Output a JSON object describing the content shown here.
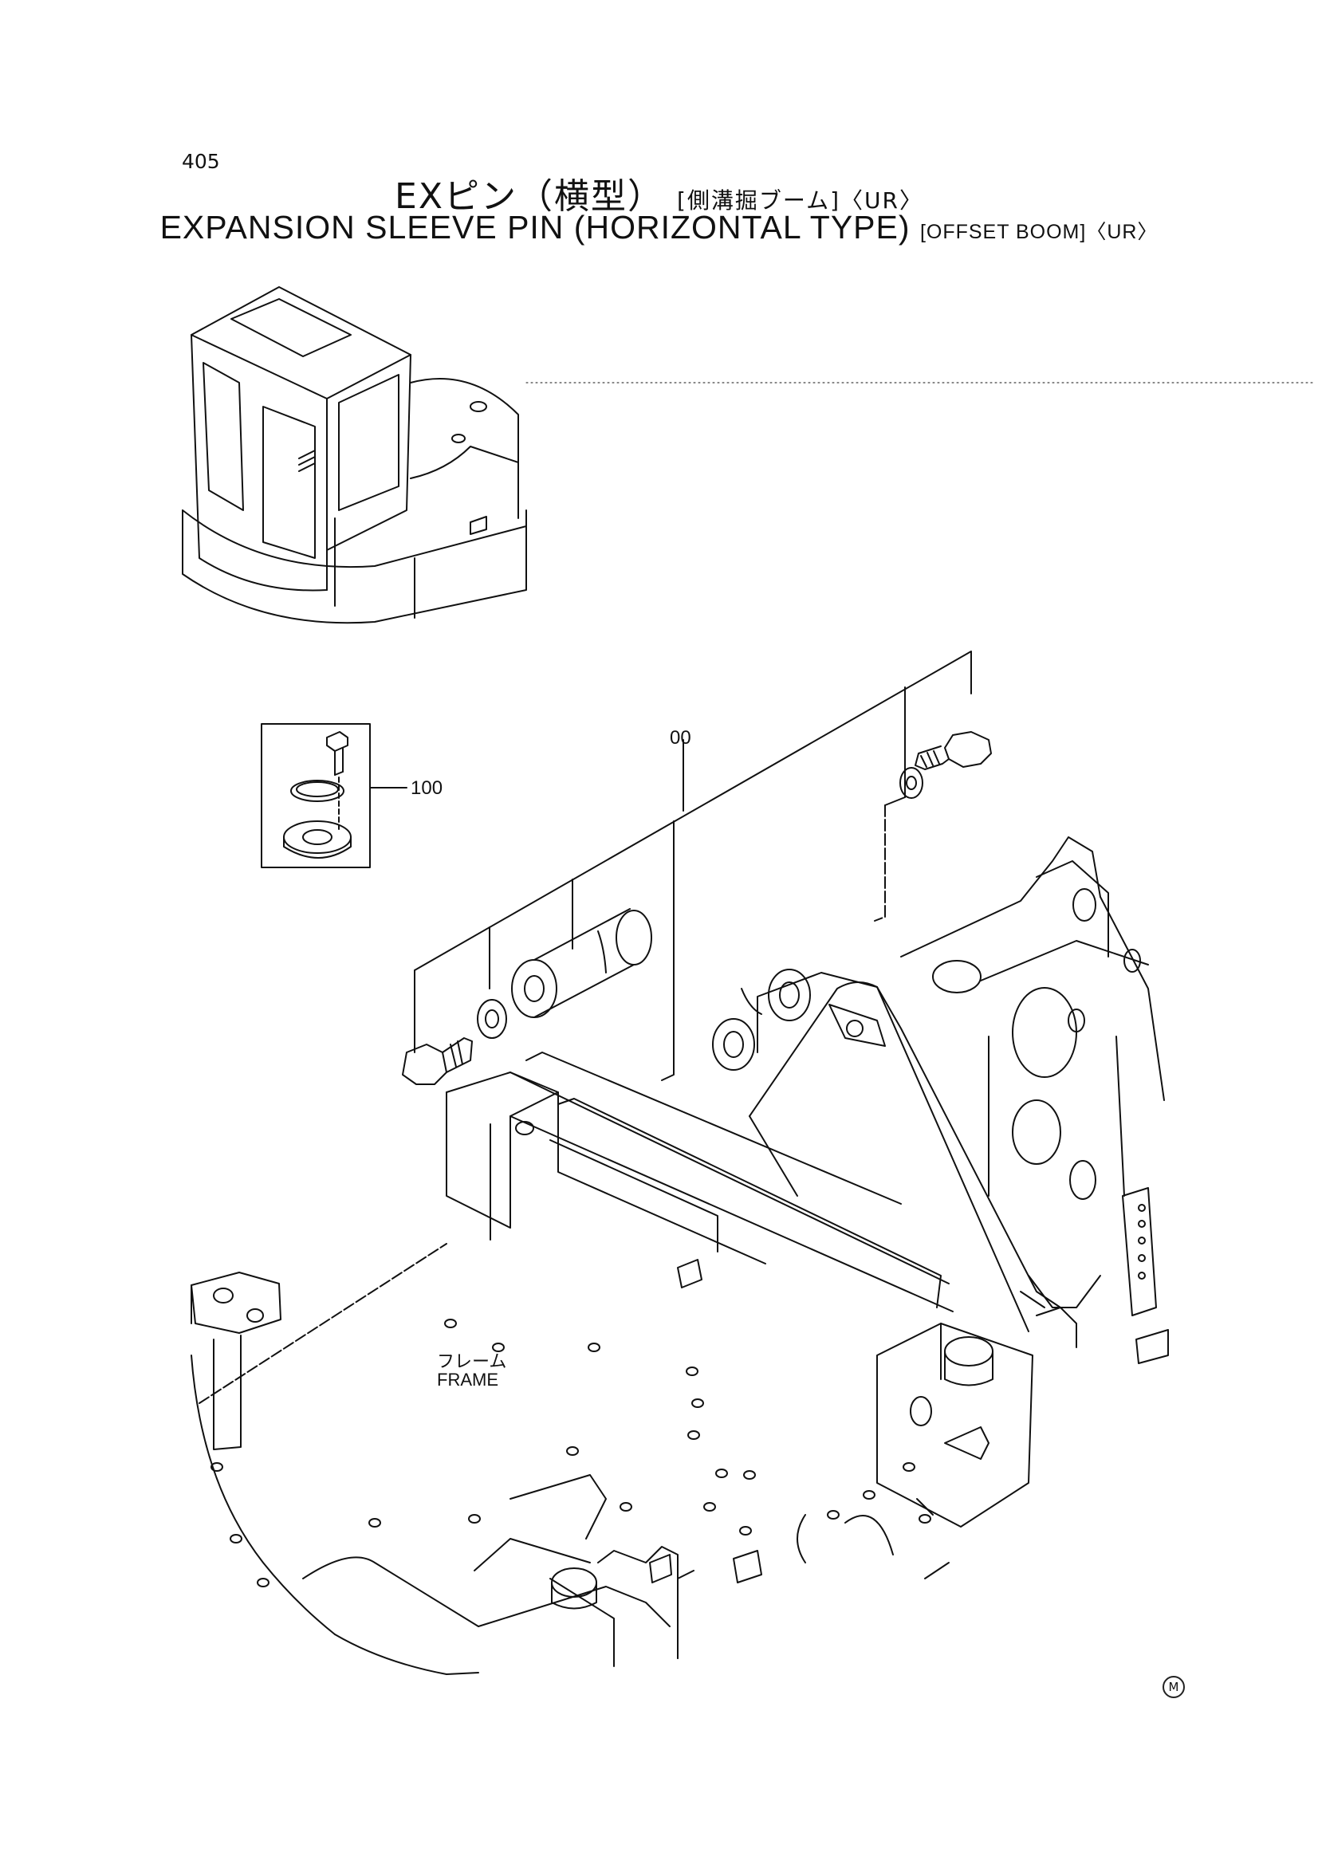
{
  "page_number": "405",
  "title_jp": "EXピン（横型）",
  "title_jp_sub": "[側溝掘ブーム]〈UR〉",
  "title_en": "EXPANSION SLEEVE PIN (HORIZONTAL TYPE)",
  "title_en_sub": "[OFFSET BOOM]〈UR〉",
  "callouts": {
    "assembly": "00",
    "kit": "100"
  },
  "frame_label": {
    "jp": "フレーム",
    "en": "FRAME"
  },
  "corner_mark": "M"
}
